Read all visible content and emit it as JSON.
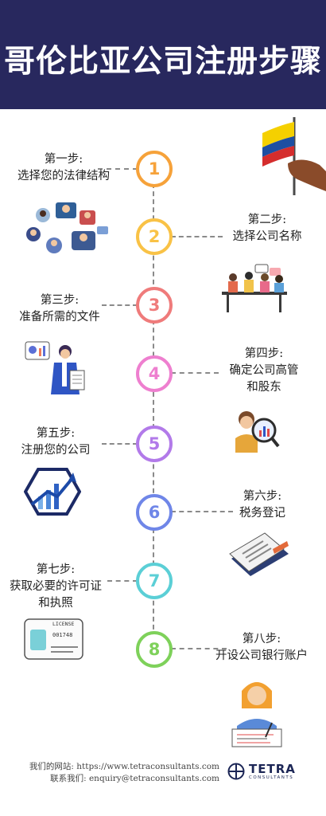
{
  "title": "哥伦比亚公司注册步骤",
  "steps": [
    {
      "number": "1",
      "heading": "第一步:",
      "text": "选择您的法律结构",
      "color": "#f6a23a"
    },
    {
      "number": "2",
      "heading": "第二步:",
      "text": "选择公司名称",
      "color": "#f9c246"
    },
    {
      "number": "3",
      "heading": "第三步:",
      "text": "准备所需的文件",
      "color": "#ef7b7b"
    },
    {
      "number": "4",
      "heading": "第四步:",
      "text": "确定公司高管",
      "text2": "和股东",
      "color": "#ee7fcf"
    },
    {
      "number": "5",
      "heading": "第五步:",
      "text": "注册您的公司",
      "color": "#b27ae9"
    },
    {
      "number": "6",
      "heading": "第六步:",
      "text": "税务登记",
      "color": "#6f86e8"
    },
    {
      "number": "7",
      "heading": "第七步:",
      "text": "获取必要的许可证",
      "text2": "和执照",
      "color": "#5bcfd6"
    },
    {
      "number": "8",
      "heading": "第八步:",
      "text": "开设公司银行账户",
      "color": "#7ed15a"
    }
  ],
  "license_card": {
    "title": "LICENSE",
    "number": "001748"
  },
  "footer": {
    "website": "我们的网站: https://www.tetraconsultants.com",
    "contact": "联系我们: enquiry@tetraconsultants.com"
  },
  "logo": {
    "name": "TETRA",
    "subtitle": "CONSULTANTS"
  }
}
